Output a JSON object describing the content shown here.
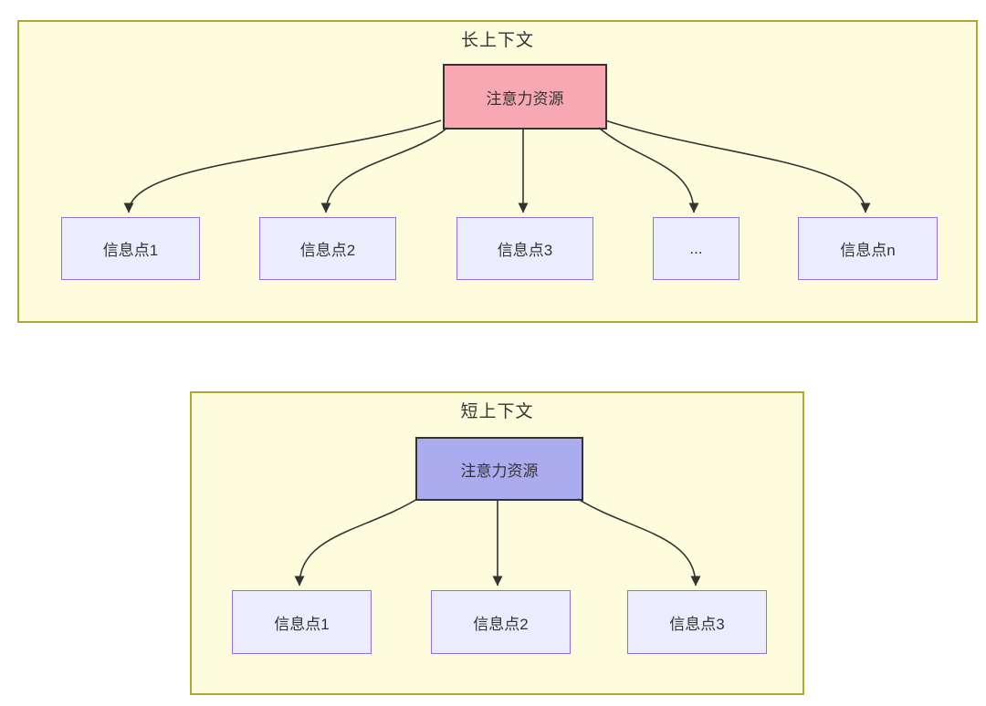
{
  "diagram": {
    "colors": {
      "container_fill": "#fdfdde",
      "container_border": "#aaaa33",
      "info_node_fill": "#ececff",
      "info_node_border": "#9370db",
      "attention_long_fill": "#f7a8b2",
      "attention_short_fill": "#ababef",
      "attention_border": "#333333",
      "arrow_color": "#333333",
      "text_color": "#333333"
    },
    "long_context": {
      "title": "长上下文",
      "attention_label": "注意力资源",
      "info_points": [
        "信息点1",
        "信息点2",
        "信息点3",
        "...",
        "信息点n"
      ]
    },
    "short_context": {
      "title": "短上下文",
      "attention_label": "注意力资源",
      "info_points": [
        "信息点1",
        "信息点2",
        "信息点3"
      ]
    }
  }
}
